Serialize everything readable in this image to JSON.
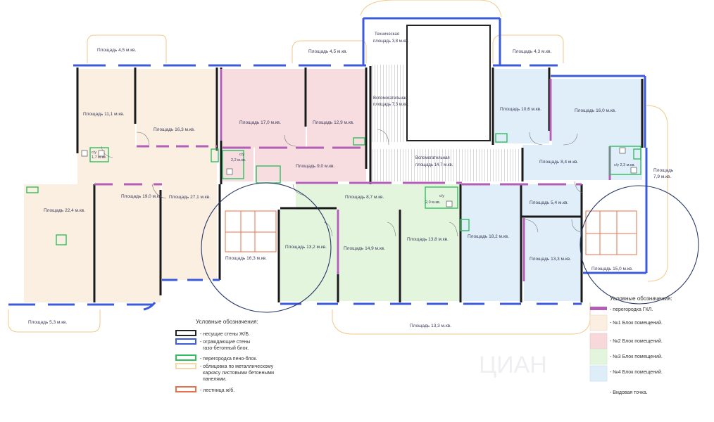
{
  "outdoor_labels": [
    "Площадь 4,5 м.кв.",
    "Площадь 4,5 м.кв.",
    "Площадь 4,3 м.кв.",
    "Площадь 5,3 м.кв.",
    "Площадь 13,3 м.кв.",
    "Площадь 7,9 м.кв."
  ],
  "room_labels": [
    "Площадь 11,1 м.кв.",
    "Площадь 16,3 м.кв.",
    "Площадь 17,0 м.кв.",
    "Площадь 12,9 м.кв.",
    "Площадь 10,6 м.кв.",
    "Площадь 16,0 м.кв.",
    "Площадь 22,4 м.кв.",
    "Площадь 19,0 м.кв.",
    "Площадь 27,1 м.кв.",
    "Площадь 9,0 м.кв.",
    "Площадь 8,7 м.кв.",
    "Площадь 8,4 м.кв.",
    "Площадь 5,4 м.кв.",
    "Площадь 16,3 м.кв.",
    "Площадь 13,2 м.кв.",
    "Площадь 14,9 м.кв.",
    "Площадь 13,8 м.кв.",
    "Площадь 18,2 м.кв.",
    "Площадь 13,3 м.кв.",
    "Площадь 15,0 м.кв."
  ],
  "small_labels": {
    "wc_left": [
      "с/у",
      "1,7 м.кв."
    ],
    "wc_mid": [
      "с/у",
      "2,2 м.кв."
    ],
    "wc_center": [
      "с/у",
      "2,0 м.кв."
    ],
    "wc_right": "с/у 2,3 м.кв.",
    "tech_area": [
      "Техническая",
      "площадь 3,8 м.кв."
    ],
    "aux_top": [
      "Вспомогательная",
      "площадь 7,3 м.кв."
    ],
    "aux_center": [
      "Вспомогательная",
      "площадь 14,7 м.кв."
    ],
    "balcony_right": [
      "Площадь",
      "7,9 м.кв."
    ]
  },
  "legend_left": {
    "title": "Условные обозначения:",
    "items": [
      {
        "text": "- несущие стены Ж/Б.",
        "color": "#222222"
      },
      {
        "text": "- ограждающие стены",
        "text2": "газо-бетонный блок.",
        "color": "#3b5bdb"
      },
      {
        "text": "- перегородка пено-блок.",
        "color": "#2fbf5f"
      },
      {
        "text": "- облицовка по металлическому",
        "text2": "каркасу листовыми бетонными",
        "text3": "панелями.",
        "color": "#f2d9a6"
      },
      {
        "text": "- лестница ж/б.",
        "color": "#e8734a"
      }
    ]
  },
  "legend_right": {
    "title": "Условные обозначения:",
    "items": [
      {
        "text": "- перегородка ГКЛ.",
        "color": "#b25fb5"
      },
      {
        "text": "- №1 Блок помещений.",
        "color": "#fbefe2"
      },
      {
        "text": "- №2 Блок помещений.",
        "color": "#f7d9dc"
      },
      {
        "text": "- №3 Блок помещений.",
        "color": "#e3f5dc"
      },
      {
        "text": "- №4 Блок помещений.",
        "color": "#ddeef8"
      },
      {
        "text": "- Видовая точка.",
        "color": "#2a3a6a"
      }
    ]
  },
  "colors": {
    "block1": "#fbefe2",
    "block2": "#f7dde0",
    "block3": "#e4f5de",
    "block4": "#dfeef8",
    "wall_concrete": "#1a1a1a",
    "wall_block": "#3b5bdb",
    "partition_foam": "#2fbf5f",
    "partition_gkl": "#b25fb5",
    "stair": "#e8734a",
    "balcony_outline": "#f2c98a"
  },
  "watermark": "ЦИАН"
}
